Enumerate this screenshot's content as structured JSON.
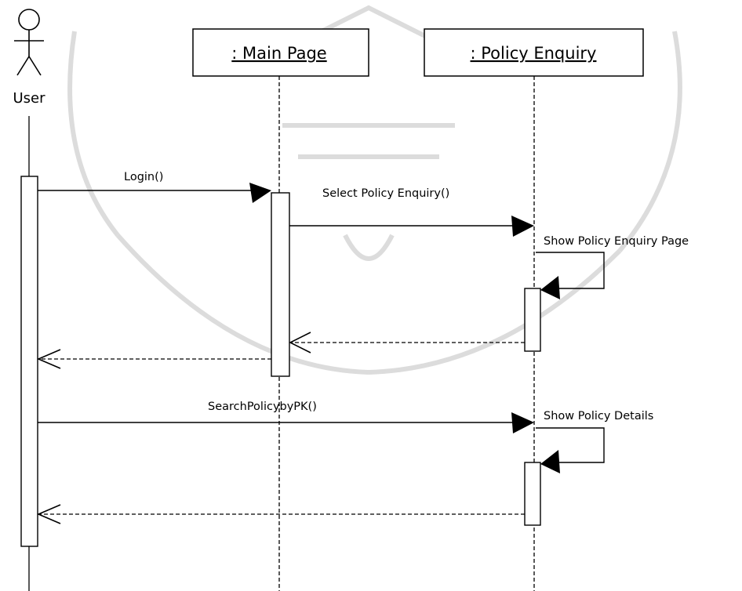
{
  "actor": {
    "label": "User"
  },
  "lifelines": [
    {
      "id": "main",
      "label": ": Main Page"
    },
    {
      "id": "policy",
      "label": ": Policy Enquiry"
    }
  ],
  "messages": [
    {
      "from": "User",
      "to": ": Main Page",
      "label": "Login()",
      "kind": "sync"
    },
    {
      "from": ": Main Page",
      "to": ": Policy Enquiry",
      "label": "Select Policy Enquiry()",
      "kind": "sync"
    },
    {
      "from": ": Policy Enquiry",
      "to": ": Policy Enquiry",
      "label": "Show Policy Enquiry Page",
      "kind": "self"
    },
    {
      "from": ": Policy Enquiry",
      "to": ": Main Page",
      "label": "",
      "kind": "return"
    },
    {
      "from": ": Main Page",
      "to": "User",
      "label": "",
      "kind": "return"
    },
    {
      "from": "User",
      "to": ": Policy Enquiry",
      "label": "SearchPolicybyPK()",
      "kind": "sync"
    },
    {
      "from": ": Policy Enquiry",
      "to": ": Policy Enquiry",
      "label": "Show Policy Details",
      "kind": "self"
    },
    {
      "from": ": Policy Enquiry",
      "to": "User",
      "label": "",
      "kind": "return"
    }
  ],
  "colors": {
    "ink": "#000000",
    "watermark": "#d9d9d9"
  }
}
